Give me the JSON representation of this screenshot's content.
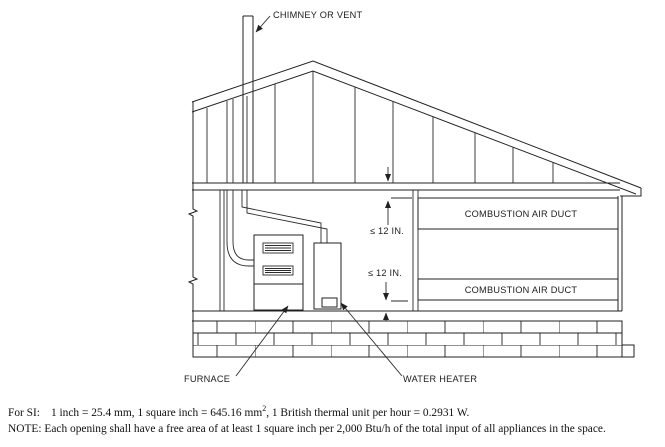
{
  "figure": {
    "labels": {
      "chimney": "CHIMNEY OR VENT",
      "duct_upper": "COMBUSTION AIR DUCT",
      "duct_lower": "COMBUSTION AIR DUCT",
      "dim_upper": "≤ 12 IN.",
      "dim_lower": "≤ 12 IN.",
      "furnace": "FURNACE",
      "water_heater": "WATER HEATER"
    }
  },
  "footer": {
    "si_label": "For SI:",
    "si_text": "1 inch = 25.4 mm, 1 square inch = 645.16 mm",
    "si_sup": "2",
    "si_tail": ", 1 British thermal unit per hour = 0.2931 W.",
    "note": "NOTE: Each opening shall have a free area of at least 1 square inch per 2,000 Btu/h of the total input of all appliances in the space."
  },
  "colors": {
    "line": "#212121",
    "background": "#ffffff"
  }
}
